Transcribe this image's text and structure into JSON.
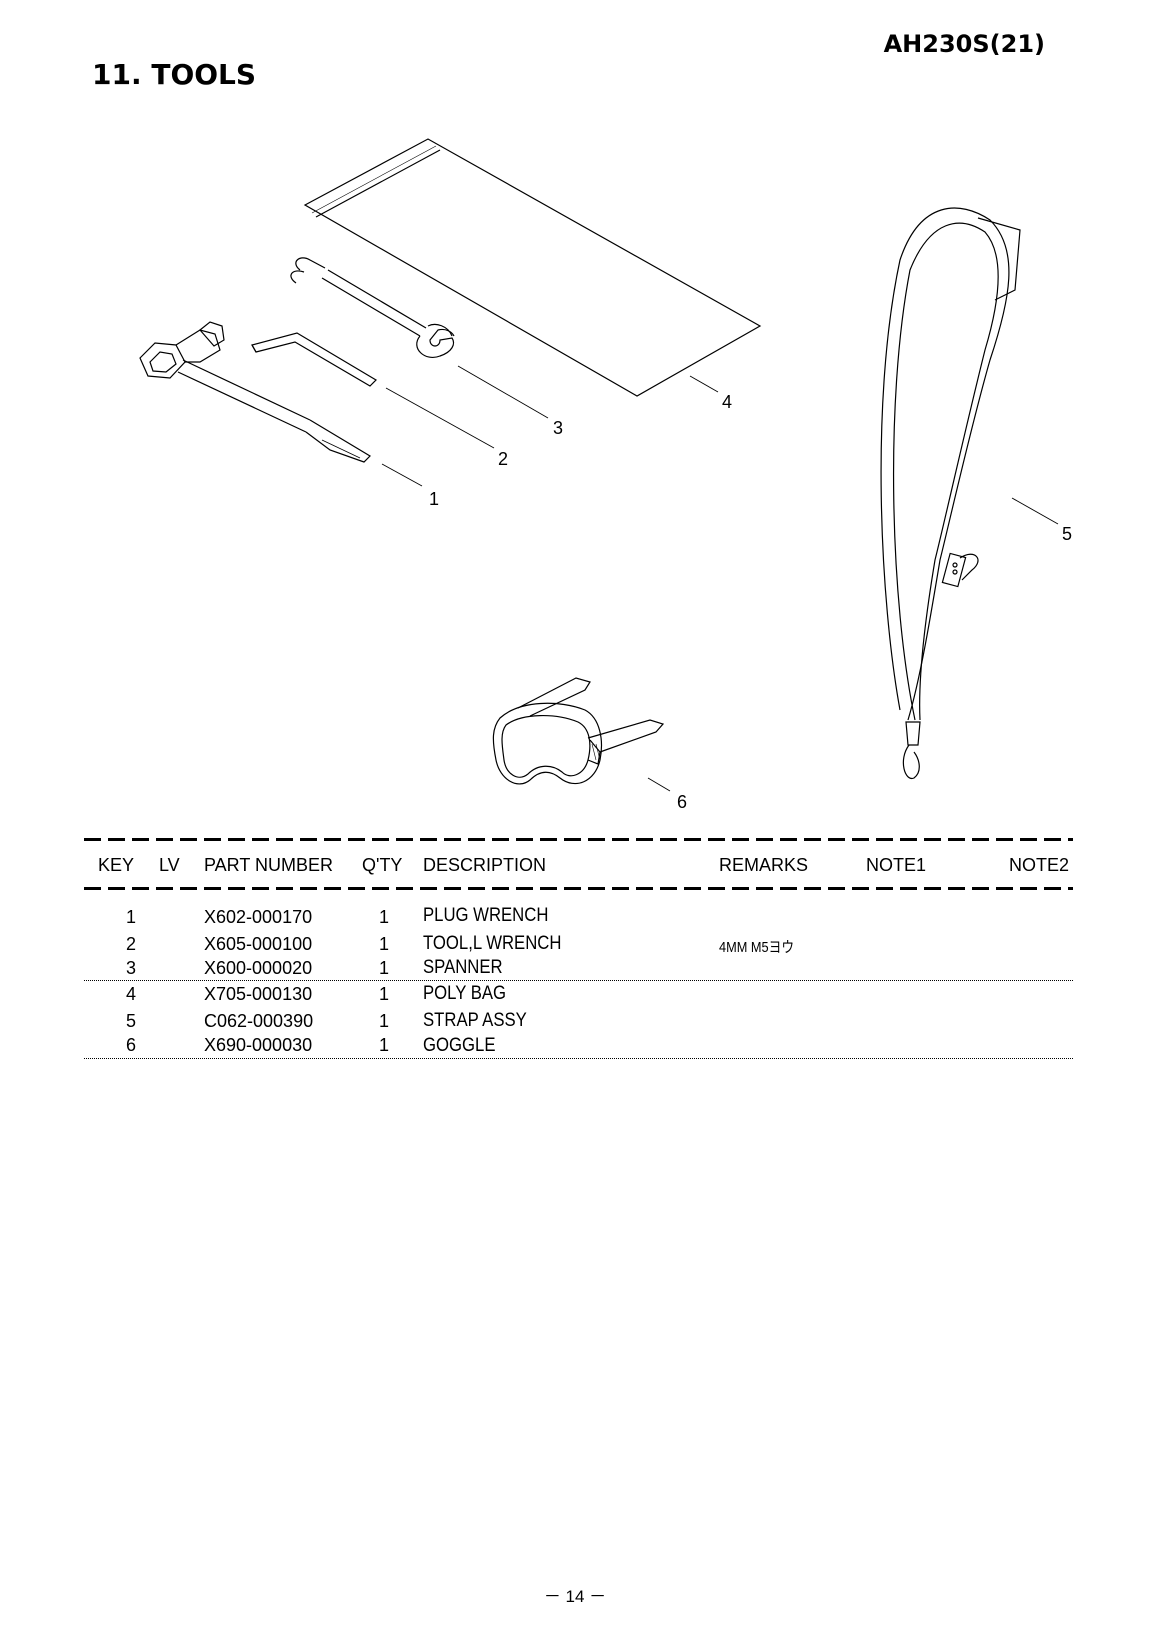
{
  "header": {
    "model": "AH230S(21)",
    "section_title": "11. TOOLS"
  },
  "callouts": [
    "1",
    "2",
    "3",
    "4",
    "5",
    "6"
  ],
  "table": {
    "columns": [
      "KEY",
      "LV",
      "PART NUMBER",
      "Q'TY",
      "DESCRIPTION",
      "REMARKS",
      "NOTE1",
      "NOTE2"
    ],
    "rows": [
      {
        "key": "1",
        "lv": "",
        "part": "X602-000170",
        "qty": "1",
        "desc": "PLUG WRENCH",
        "remarks": ""
      },
      {
        "key": "2",
        "lv": "",
        "part": "X605-000100",
        "qty": "1",
        "desc": "TOOL,L WRENCH",
        "remarks": "4MM M5ヨウ"
      },
      {
        "key": "3",
        "lv": "",
        "part": "X600-000020",
        "qty": "1",
        "desc": "SPANNER",
        "remarks": ""
      },
      {
        "key": "4",
        "lv": "",
        "part": "X705-000130",
        "qty": "1",
        "desc": "POLY BAG",
        "remarks": ""
      },
      {
        "key": "5",
        "lv": "",
        "part": "C062-000390",
        "qty": "1",
        "desc": "STRAP ASSY",
        "remarks": ""
      },
      {
        "key": "6",
        "lv": "",
        "part": "X690-000030",
        "qty": "1",
        "desc": "GOGGLE",
        "remarks": ""
      }
    ]
  },
  "footer": {
    "page": "－ 14 －"
  }
}
